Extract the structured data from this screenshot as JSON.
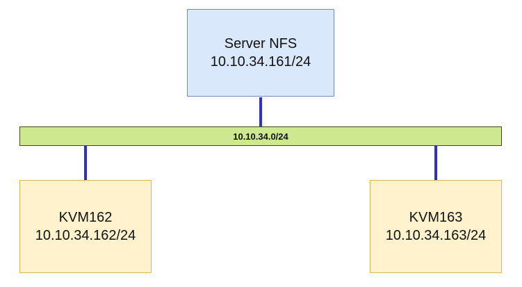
{
  "diagram": {
    "server": {
      "name": "Server NFS",
      "ip": "10.10.34.161/24"
    },
    "network": {
      "label": "10.10.34.0/24"
    },
    "hosts": [
      {
        "name": "KVM162",
        "ip": "10.10.34.162/24"
      },
      {
        "name": "KVM163",
        "ip": "10.10.34.163/24"
      }
    ],
    "colors": {
      "server_fill": "#dae8fc",
      "server_border": "#6c8ebf",
      "host_fill": "#fff2cc",
      "host_border": "#d6b656",
      "network_fill": "#cde88f",
      "link": "#2e2fd1"
    }
  }
}
